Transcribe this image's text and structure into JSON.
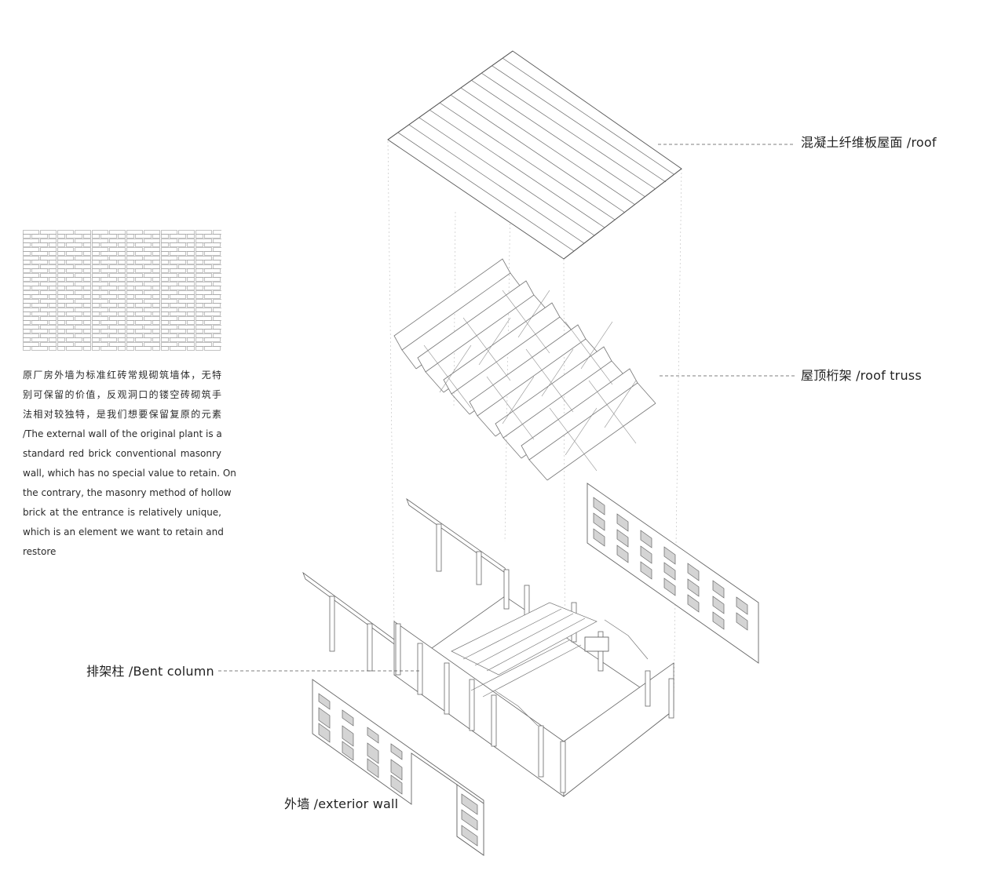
{
  "callouts": {
    "roof": "混凝土纤维板屋面 /roof",
    "roof_truss": "屋顶桁架 /roof truss",
    "bent_column": "排架柱 /Bent column",
    "exterior_wall": "外墙 /exterior wall"
  },
  "description": {
    "lines": [
      "原厂房外墙为标准红砖常规砌筑墙体，无特",
      "别可保留的价值，反观洞口的镂空砖砌筑手",
      "法相对较独特，是我们想要保留复原的元素",
      "/The external wall of the original plant is a",
      "standard red brick conventional masonry",
      "wall, which has no special value to retain. On",
      "the contrary, the masonry method of hollow",
      "brick at the entrance is relatively unique,",
      "which is an element we want to retain and",
      "restore"
    ]
  },
  "colors": {
    "line": "#555555",
    "light_line": "#9a9a9a",
    "window_fill": "#d4d4d4",
    "text": "#222222"
  }
}
